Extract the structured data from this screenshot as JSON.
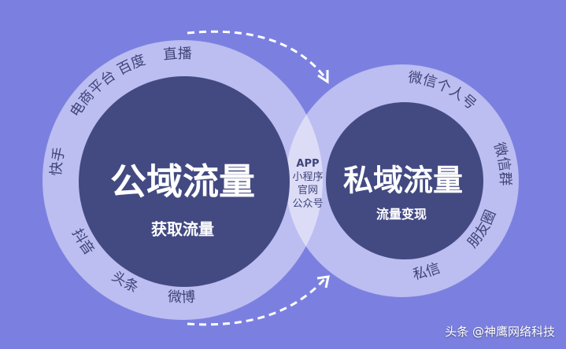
{
  "colors": {
    "background": "#7b80e0",
    "ring": "#bcbdf0",
    "overlap": "#d9daf6",
    "core": "#434a82",
    "ring_text": "#3f4479",
    "white": "#ffffff"
  },
  "public": {
    "title": "公域流量",
    "subtitle": "获取流量",
    "ring_items": [
      "直播",
      "百度",
      "电商平台",
      "快手",
      "抖音",
      "头条",
      "微博"
    ]
  },
  "private": {
    "title": "私域流量",
    "subtitle": "流量变现",
    "ring_items": [
      "微信个人号",
      "微信群",
      "朋友圈",
      "私信"
    ]
  },
  "overlap": {
    "items": [
      "APP",
      "小程序",
      "官网",
      "公众号"
    ]
  },
  "watermark": "头条 @神鹰网络科技"
}
